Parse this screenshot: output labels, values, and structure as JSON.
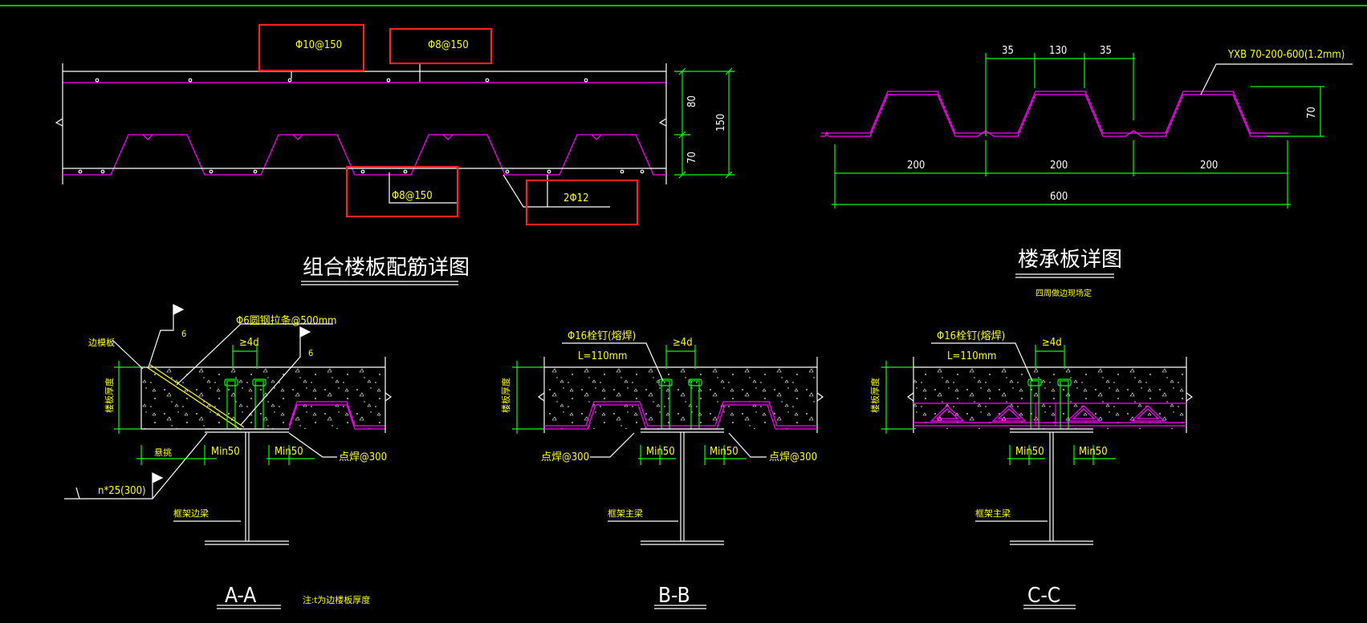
{
  "colors": {
    "background": "#000000",
    "white": "#ffffff",
    "green": "#00ff00",
    "magenta": "#ff00ff",
    "yellow": "#ffff00",
    "highlight": "#ff2020"
  },
  "top_left": {
    "title": "组合楼板配筋详图",
    "labels": {
      "rebar_top_long": "Φ10@150",
      "rebar_top_trans": "Φ8@150",
      "rebar_bottom": "Φ8@150",
      "rebar_rib": "2Φ12"
    },
    "dims": {
      "d1": "80",
      "d2": "70",
      "total": "150"
    }
  },
  "top_right": {
    "title": "楼承板详图",
    "note": "四周做边现场定",
    "product": "YXB 70-200-600(1.2mm)",
    "dims": {
      "a": "35",
      "b": "130",
      "c": "35",
      "h": "70",
      "p1": "200",
      "p2": "200",
      "p3": "200",
      "total": "600"
    }
  },
  "section_a": {
    "title": "A-A",
    "note": "注:t为边楼板厚度",
    "labels": {
      "edge_plate": "边模板",
      "tie": "Φ6圆钢拉条@500mm",
      "weld1": "6",
      "weld2": "6",
      "spacing": "≥4d",
      "thickness": "楼板厚度",
      "overhang": "悬挑",
      "min_left": "Min50",
      "min_right": "Min50",
      "spot_weld": "点焊@300",
      "n25": "n*25(300)",
      "beam": "框架边梁"
    }
  },
  "section_b": {
    "title": "B-B",
    "labels": {
      "stud": "Φ16栓钉(熔焊)",
      "stud_len": "L=110mm",
      "spacing": "≥4d",
      "thickness": "楼板厚度",
      "spot_left": "点焊@300",
      "spot_right": "点焊@300",
      "min_left": "Min50",
      "min_right": "Min50",
      "beam": "框架主梁"
    }
  },
  "section_c": {
    "title": "C-C",
    "labels": {
      "stud": "Φ16栓钉(熔焊)",
      "stud_len": "L=110mm",
      "spacing": "≥4d",
      "thickness": "楼板厚度",
      "min_left": "Min50",
      "min_right": "Min50",
      "beam": "框架主梁"
    }
  }
}
